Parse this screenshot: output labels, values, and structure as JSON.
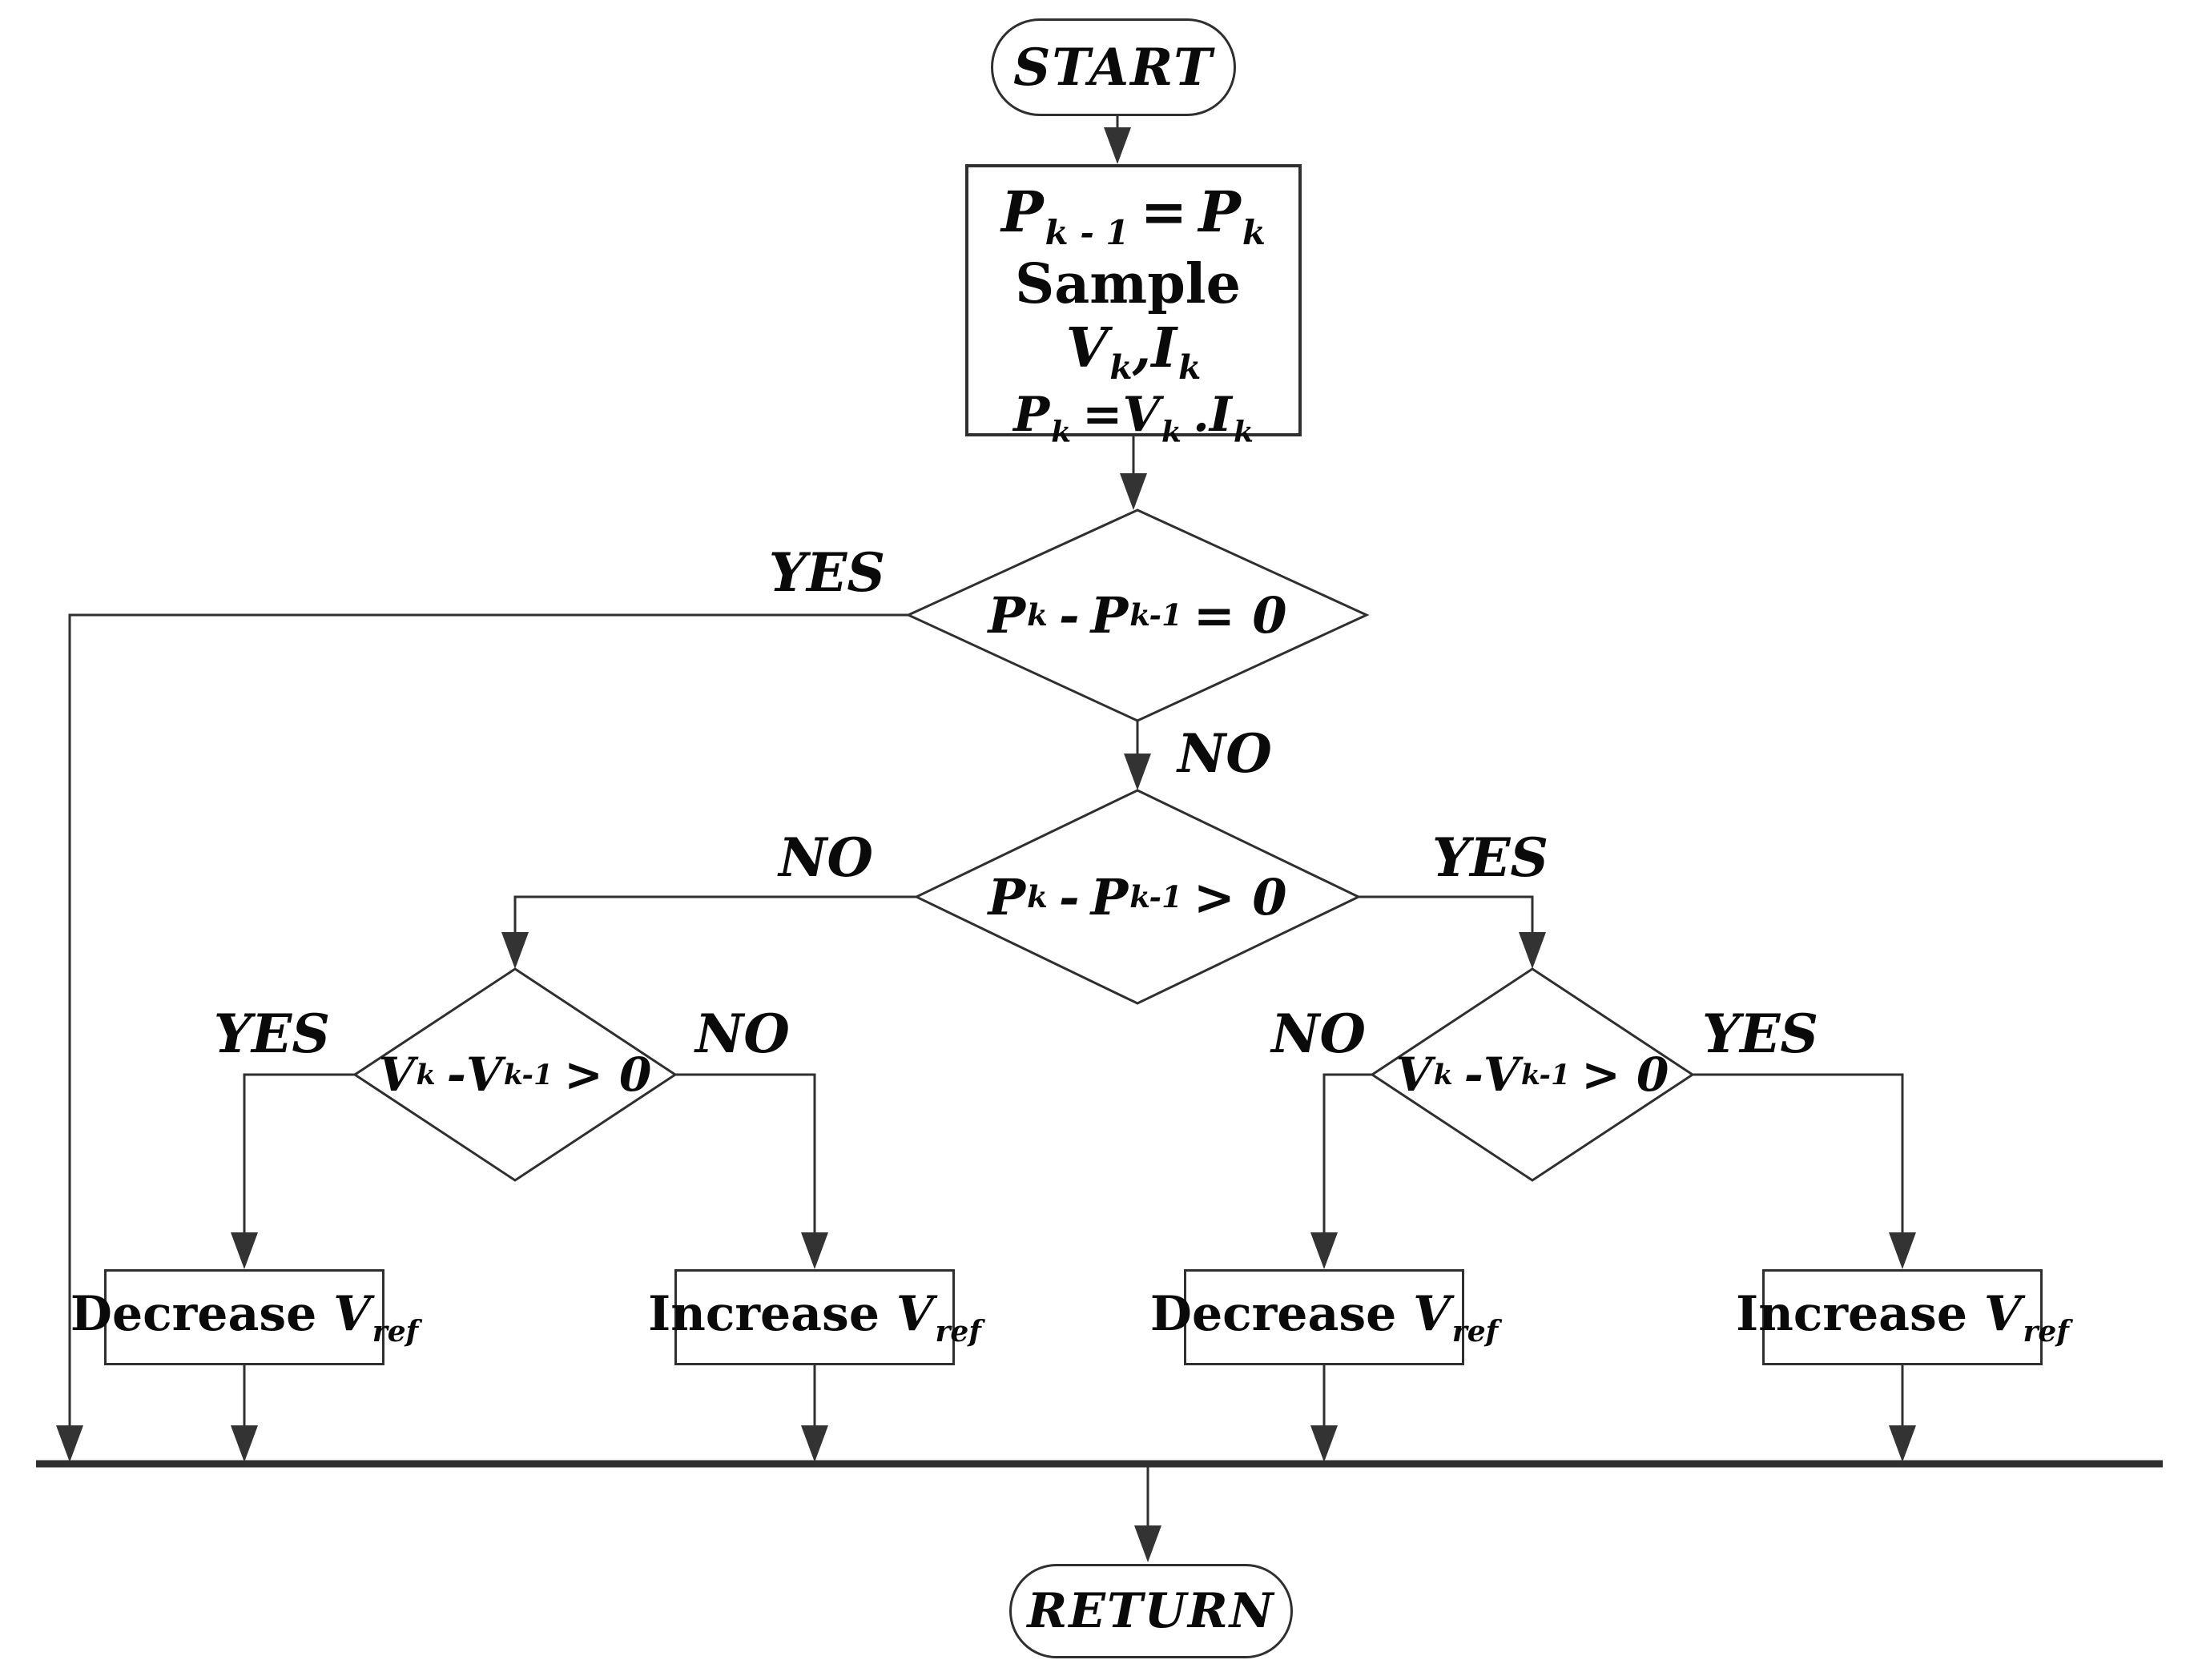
{
  "terminals": {
    "start": "START",
    "return": "RETURN"
  },
  "process": {
    "line1": {
      "v1": "P",
      "s1": "k - 1",
      "op": "=",
      "v2": "P",
      "s2": "k"
    },
    "line2": {
      "prefix": "Sample",
      "v1": "V",
      "s1": "k",
      "sep": ",",
      "v2": "I",
      "s2": "k"
    },
    "line3": {
      "v1": "P",
      "s1": "k",
      "op": "=",
      "v2": "V",
      "s2": "k",
      "sep": ".",
      "v3": "I",
      "s3": "k"
    }
  },
  "decisions": {
    "d1": {
      "v1": "P",
      "s1": "k",
      "op": "-",
      "v2": "P",
      "s2": "k-1",
      "cmp": "= 0"
    },
    "d2": {
      "v1": "P",
      "s1": "k",
      "op": "-",
      "v2": "P",
      "s2": "k-1",
      "cmp": "> 0"
    },
    "d3": {
      "v1": "V",
      "s1": "k",
      "op": "-",
      "v2": "V",
      "s2": "k-1",
      "cmp": "> 0"
    },
    "d4": {
      "v1": "V",
      "s1": "k",
      "op": "-",
      "v2": "V",
      "s2": "k-1",
      "cmp": "> 0"
    }
  },
  "edge_labels": {
    "d1_yes": "YES",
    "d1_no": "NO",
    "d2_no": "NO",
    "d2_yes": "YES",
    "d3_yes": "YES",
    "d3_no": "NO",
    "d4_no": "NO",
    "d4_yes": "YES"
  },
  "actions": {
    "box1": {
      "verb": "Decrease",
      "var": "V",
      "sub": "ref"
    },
    "box2": {
      "verb": "Increase",
      "var": "V",
      "sub": "ref"
    },
    "box3": {
      "verb": "Decrease",
      "var": "V",
      "sub": "ref"
    },
    "box4": {
      "verb": "Increase",
      "var": "V",
      "sub": "ref"
    }
  },
  "colors": {
    "line": "#2f2f2f",
    "text": "#0a0a0a",
    "background": "#ffffff"
  }
}
